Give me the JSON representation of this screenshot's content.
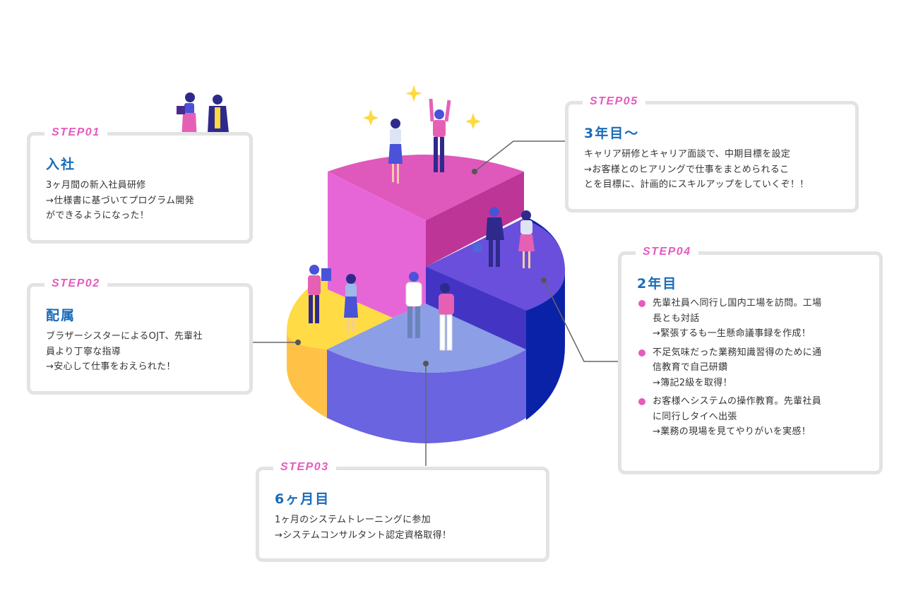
{
  "colors": {
    "step_label": "#e55bbf",
    "title": "#1a6bb8",
    "card_border": "#e3e3e3",
    "connector": "#666666",
    "segment_pink_top": "#df58bc",
    "segment_pink_left": "#e666d8",
    "segment_pink_right": "#bd3596",
    "segment_purple_top": "#6a4fdd",
    "segment_purple_side": "#4434c4",
    "segment_navy_side": "#0a22a8",
    "segment_lavender_top": "#8b9ee6",
    "segment_indigo_side": "#6a64e0",
    "segment_yellow_top": "#ffdc45",
    "segment_yellow_side": "#ffc247",
    "sparkle": "#ffd93d"
  },
  "steps": [
    {
      "label": "STEP01",
      "title": "入社",
      "body": "3ヶ月間の新入社員研修\n→仕様書に基づいてプログラム開発\nができるようになった！"
    },
    {
      "label": "STEP02",
      "title": "配属",
      "body": "ブラザーシスターによるOJT、先輩社\n員より丁寧な指導\n→安心して仕事をおえられた！"
    },
    {
      "label": "STEP03",
      "title": "6ヶ月目",
      "body": "1ヶ月のシステムトレーニングに参加\n→システムコンサルタント認定資格取得！"
    },
    {
      "label": "STEP04",
      "title": "2年目",
      "bullets": [
        "先輩社員へ同行し国内工場を訪問。工場\n長とも対話\n→緊張するも一生懸命議事録を作成！",
        "不足気味だった業務知識習得のために通\n信教育で自己研鑽\n→簿記2級を取得！",
        "お客様へシステムの操作教育。先輩社員\nに同行しタイへ出張\n→業務の現場を見てやりがいを実感！"
      ]
    },
    {
      "label": "STEP05",
      "title": "3年目～",
      "body": "キャリア研修とキャリア面談で、中期目標を設定\n→お客様とのヒアリングで仕事をまとめられるこ\nとを目標に、計画的にスキルアップをしていくぞ！！"
    }
  ],
  "illustration": {
    "type": "isometric-3d-pie-chart",
    "segments": [
      "yellow",
      "lavender",
      "purple",
      "pink"
    ],
    "decorations": [
      "sparkle-icon",
      "sparkle-icon",
      "sparkle-icon"
    ],
    "people": [
      "walking-couple",
      "presenter-with-laptop",
      "handshake-pair",
      "business-walkers",
      "celebrating-pair"
    ]
  }
}
